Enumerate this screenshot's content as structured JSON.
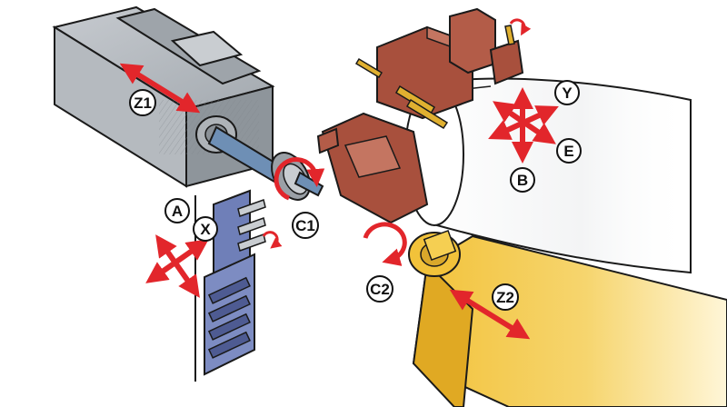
{
  "diagram": {
    "axis_labels": {
      "z1": "Z1",
      "z2": "Z2",
      "c1": "C1",
      "c2": "C2",
      "a": "A",
      "x": "X",
      "y": "Y",
      "b": "B",
      "e": "E"
    },
    "colors": {
      "arrow_red": "#e2262b",
      "upper_spindle_gray": "#9aa0a6",
      "turret_brown": "#a8503d",
      "lower_spindle_yellow": "#f2c23a",
      "tool_plate_blue": "#6f7fb8",
      "outline": "#1a1a1a"
    }
  }
}
